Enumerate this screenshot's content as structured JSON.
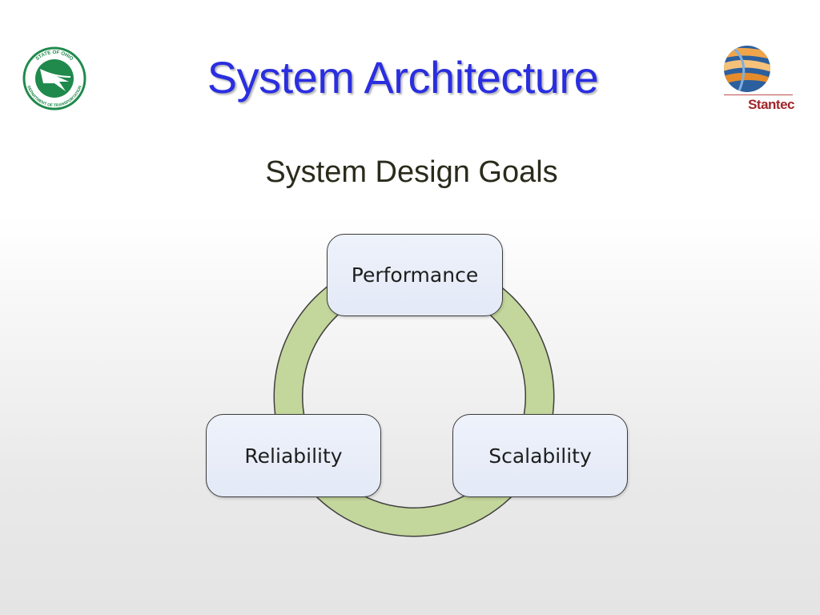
{
  "slide": {
    "title": "System Architecture",
    "subtitle": "System Design Goals"
  },
  "logos": {
    "left": {
      "name": "odot-seal",
      "ring_text_top": "STATE OF OHIO",
      "ring_text_bottom": "DEPARTMENT OF TRANSPORTATION",
      "color": "#1f8a4c"
    },
    "right": {
      "name": "stantec-logo",
      "wordmark": "Stantec",
      "color": "#a0252b"
    }
  },
  "diagram": {
    "type": "cycle",
    "ring_color": "#c3d69b",
    "goals": [
      {
        "label": "Performance"
      },
      {
        "label": "Reliability"
      },
      {
        "label": "Scalability"
      }
    ]
  }
}
